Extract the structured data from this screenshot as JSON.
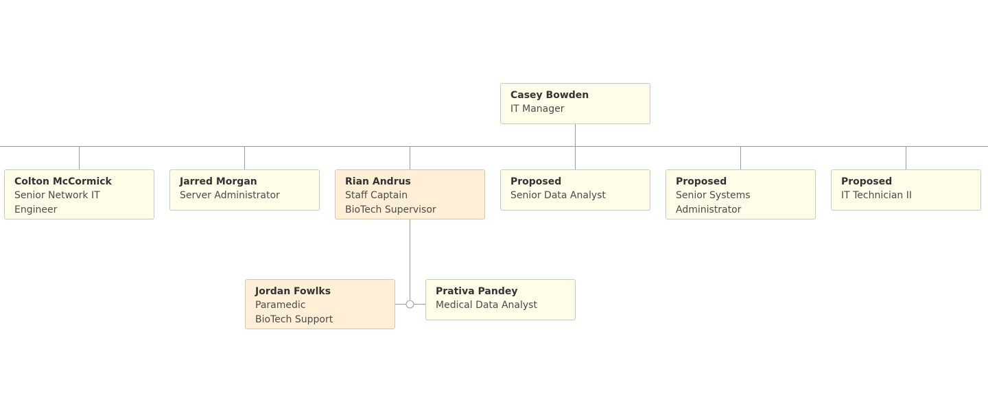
{
  "diagram": {
    "root": {
      "name": "Casey Bowden",
      "title": "IT Manager"
    },
    "reports": [
      {
        "name": "Colton McCormick",
        "title": "Senior Network IT Engineer",
        "department": ""
      },
      {
        "name": "Jarred Morgan",
        "title": "Server Administrator",
        "department": ""
      },
      {
        "name": "Rian Andrus",
        "title": "Staff Captain",
        "department": "BioTech Supervisor"
      },
      {
        "name": "Proposed",
        "title": "Senior Data Analyst",
        "department": ""
      },
      {
        "name": "Proposed",
        "title": "Senior Systems Administrator",
        "department": ""
      },
      {
        "name": "Proposed",
        "title": "IT Technician II",
        "department": ""
      }
    ],
    "assistants": [
      {
        "name": "Jordan Fowlks",
        "title": "Paramedic",
        "department": "BioTech Support"
      },
      {
        "name": "Prativa Pandey",
        "title": "Medical Data Analyst",
        "department": ""
      }
    ],
    "colors": {
      "card_fill": "#fffde8",
      "highlight_fill": "#ffefd6",
      "card_border": "#c9c9c3",
      "connector": "#9a9a9a"
    }
  }
}
